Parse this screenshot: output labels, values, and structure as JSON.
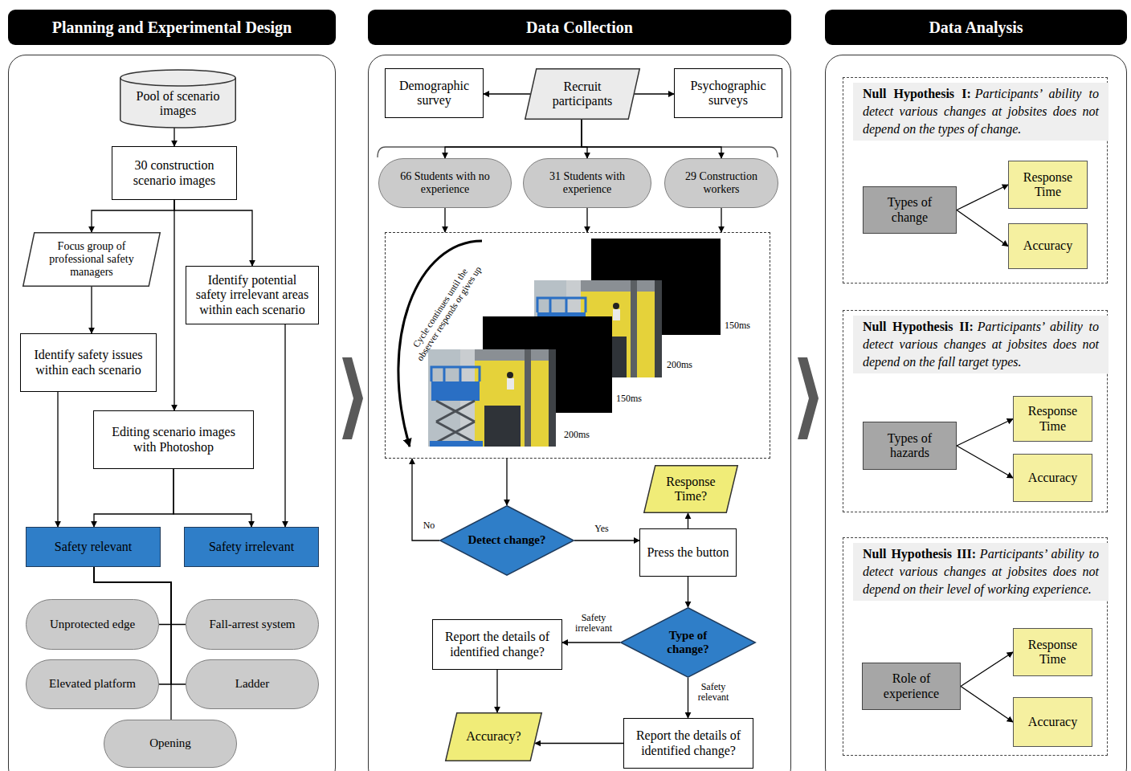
{
  "diagram": {
    "nodes": [
      {
        "text": [
          "Planning and Experimental Design"
        ]
      },
      {
        "text": [
          "Pool of scenario images"
        ],
        "in": 0
      },
      {
        "text": [
          "30 construction scenario images"
        ],
        "in": 0
      },
      {
        "text": [
          "Focus group of professional safety managers"
        ],
        "in": 0
      },
      {
        "text": [
          "Identify potential safety irrelevant areas within each scenario"
        ],
        "in": 0
      },
      {
        "text": [
          "Identify safety issues within each scenario"
        ],
        "in": 0
      },
      {
        "text": [
          "Editing scenario images with Photoshop"
        ],
        "in": 0
      },
      {
        "text": [
          "Safety relevant"
        ],
        "in": 0
      },
      {
        "text": [
          "Safety irrelevant"
        ],
        "in": 0
      },
      {
        "text": [
          "Unprotected edge"
        ],
        "in": 0
      },
      {
        "text": [
          "Fall-arrest system"
        ],
        "in": 0
      },
      {
        "text": [
          "Elevated platform"
        ],
        "in": 0
      },
      {
        "text": [
          "Ladder"
        ],
        "in": 0
      },
      {
        "text": [
          "Opening"
        ],
        "in": 0
      },
      {
        "text": [
          "Data Collection"
        ]
      },
      {
        "text": [
          "Recruit participants"
        ],
        "in": 14
      },
      {
        "text": [
          "Demographic survey"
        ],
        "in": 14
      },
      {
        "text": [
          "Psychographic surveys"
        ],
        "in": 14
      },
      {
        "text": [
          "66 Students with no experience"
        ],
        "in": 14
      },
      {
        "text": [
          "31 Students with experience"
        ],
        "in": 14
      },
      {
        "text": [
          "29 Construction workers"
        ],
        "in": 14
      },
      {
        "text": [
          "Cycle continues until the observer responds or gives up",
          "150ms",
          "200ms",
          "150ms",
          "200ms"
        ],
        "in": 14
      },
      {
        "text": [
          "Detect change?"
        ],
        "in": 14
      },
      {
        "text": [
          "Response Time?"
        ],
        "in": 14
      },
      {
        "text": [
          "Press the button"
        ],
        "in": 14
      },
      {
        "text": [
          "Type of change?"
        ],
        "in": 14
      },
      {
        "text": [
          "Report the details of identified change?"
        ],
        "in": 14
      },
      {
        "text": [
          "Report the details of identified change?"
        ],
        "in": 14
      },
      {
        "text": [
          "Accuracy?"
        ],
        "in": 14
      },
      {
        "text": [
          "Data Analysis"
        ]
      },
      {
        "text": [
          "Null Hypothesis I:",
          "Participants’ ability to detect various changes at jobsites does not depend on the types of change."
        ],
        "in": 29
      },
      {
        "text": [
          "Types of change"
        ],
        "in": 30
      },
      {
        "text": [
          "Response Time"
        ],
        "in": 30
      },
      {
        "text": [
          "Accuracy"
        ],
        "in": 30
      },
      {
        "text": [
          "Null Hypothesis II:",
          "Participants’ ability to detect various changes at jobsites does not depend on the fall target types."
        ],
        "in": 29
      },
      {
        "text": [
          "Types of hazards"
        ],
        "in": 34
      },
      {
        "text": [
          "Response Time"
        ],
        "in": 34
      },
      {
        "text": [
          "Accuracy"
        ],
        "in": 34
      },
      {
        "text": [
          "Null Hypothesis III:",
          "Participants’ ability to detect various changes at jobsites does not depend on their level of working experience."
        ],
        "in": 29
      },
      {
        "text": [
          "Role of experience"
        ],
        "in": 38
      },
      {
        "text": [
          "Response Time"
        ],
        "in": 38
      },
      {
        "text": [
          "Accuracy"
        ],
        "in": 38
      }
    ],
    "edges": [
      {
        "from": 1,
        "to": 2,
        "arrow": "to"
      },
      {
        "from": 2,
        "to": 3,
        "arrow": "to"
      },
      {
        "from": 2,
        "to": 4,
        "arrow": "to"
      },
      {
        "from": 2,
        "to": 6,
        "arrow": "to"
      },
      {
        "from": 3,
        "to": 5,
        "arrow": "to"
      },
      {
        "from": 5,
        "to": 7,
        "arrow": "to"
      },
      {
        "from": 4,
        "to": 8,
        "arrow": "to"
      },
      {
        "from": 6,
        "to": 7,
        "arrow": "to"
      },
      {
        "from": 6,
        "to": 8,
        "arrow": "to"
      },
      {
        "from": 7,
        "to": 9,
        "arrow": "none"
      },
      {
        "from": 7,
        "to": 10,
        "arrow": "none"
      },
      {
        "from": 7,
        "to": 11,
        "arrow": "none"
      },
      {
        "from": 7,
        "to": 12,
        "arrow": "none"
      },
      {
        "from": 7,
        "to": 13,
        "arrow": "none"
      },
      {
        "from": 15,
        "to": 16,
        "arrow": "to"
      },
      {
        "from": 15,
        "to": 17,
        "arrow": "to"
      },
      {
        "from": 15,
        "to": 18,
        "arrow": "to"
      },
      {
        "from": 15,
        "to": 19,
        "arrow": "to"
      },
      {
        "from": 15,
        "to": 20,
        "arrow": "to"
      },
      {
        "from": 18,
        "to": 21,
        "arrow": "to"
      },
      {
        "from": 19,
        "to": 21,
        "arrow": "to"
      },
      {
        "from": 20,
        "to": 21,
        "arrow": "to"
      },
      {
        "from": 21,
        "to": 22,
        "arrow": "to"
      },
      {
        "from": 22,
        "to": 21,
        "label": "No",
        "arrow": "to"
      },
      {
        "from": 22,
        "to": 24,
        "label": "Yes",
        "arrow": "to"
      },
      {
        "from": 24,
        "to": 23,
        "arrow": "to"
      },
      {
        "from": 24,
        "to": 25,
        "arrow": "to"
      },
      {
        "from": 25,
        "to": 26,
        "label": "Safety irrelevant",
        "arrow": "to"
      },
      {
        "from": 25,
        "to": 27,
        "label": "Safety relevant",
        "arrow": "to"
      },
      {
        "from": 26,
        "to": 28,
        "arrow": "to"
      },
      {
        "from": 27,
        "to": 28,
        "arrow": "to"
      },
      {
        "from": 31,
        "to": 32,
        "arrow": "to"
      },
      {
        "from": 31,
        "to": 33,
        "arrow": "to"
      },
      {
        "from": 35,
        "to": 36,
        "arrow": "to"
      },
      {
        "from": 35,
        "to": 37,
        "arrow": "to"
      },
      {
        "from": 39,
        "to": 40,
        "arrow": "to"
      },
      {
        "from": 39,
        "to": 41,
        "arrow": "to"
      }
    ]
  }
}
